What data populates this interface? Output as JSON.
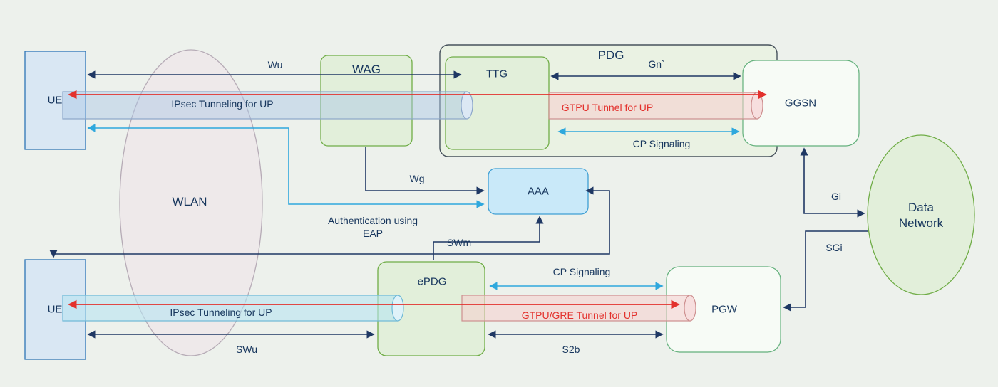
{
  "nodes": {
    "ue_top": "UE",
    "ue_bottom": "UE",
    "wlan": "WLAN",
    "wag": "WAG",
    "pdg": "PDG",
    "ttg": "TTG",
    "ggsn": "GGSN",
    "aaa": "AAA",
    "epdg": "ePDG",
    "pgw": "PGW",
    "data_network": "Data Network"
  },
  "links": {
    "wu": "Wu",
    "gn": "Gn`",
    "cp_top": "CP Signaling",
    "ipsec_top": "IPsec Tunneling for UP",
    "gtpu_top": "GTPU Tunnel for UP",
    "wg": "Wg",
    "auth_eap": "Authentication using EAP",
    "swm": "SWm",
    "gi": "Gi",
    "sgi": "SGi",
    "cp_bottom": "CP Signaling",
    "ipsec_bottom": "IPsec Tunneling for UP",
    "gtpu_bottom": "GTPU/GRE Tunnel for UP",
    "swu": "SWu",
    "s2b": "S2b"
  },
  "colors": {
    "background": "#edf1ec",
    "navy_arrow": "#1f3864",
    "cyan_arrow": "#2fa8dd",
    "red_arrow": "#e3312d",
    "green_box_fill": "#e2efda",
    "green_box_border": "#70ad47",
    "blue_box_fill": "#d9e7f3",
    "blue_box_border": "#2e75b6",
    "aaa_fill": "#c9e9f9",
    "aaa_border": "#3e9fd4"
  }
}
